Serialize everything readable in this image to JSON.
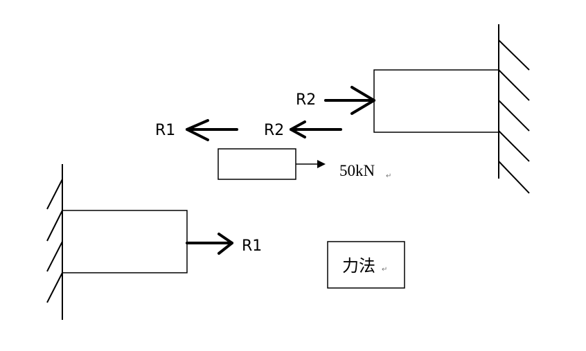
{
  "labels": {
    "r2_top": "R2",
    "r2_mid": "R2",
    "r1_top": "R1",
    "r1_bottom": "R1",
    "load": "50kN",
    "method": "力法",
    "para_mark": "↵"
  }
}
